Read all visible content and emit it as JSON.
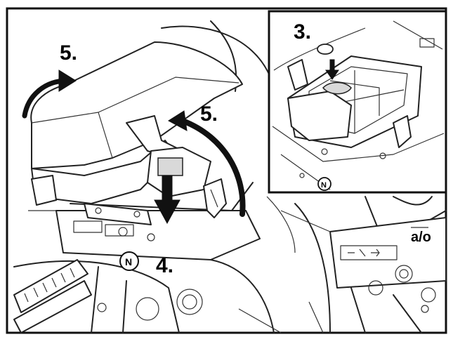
{
  "labels": {
    "step_5_lid": "5.",
    "step_5_arrow": "5.",
    "step_4": "4.",
    "step_3": "3."
  },
  "badges": {
    "main": "N",
    "inset": "N"
  },
  "symbols": {
    "right_panel": "a/o"
  }
}
